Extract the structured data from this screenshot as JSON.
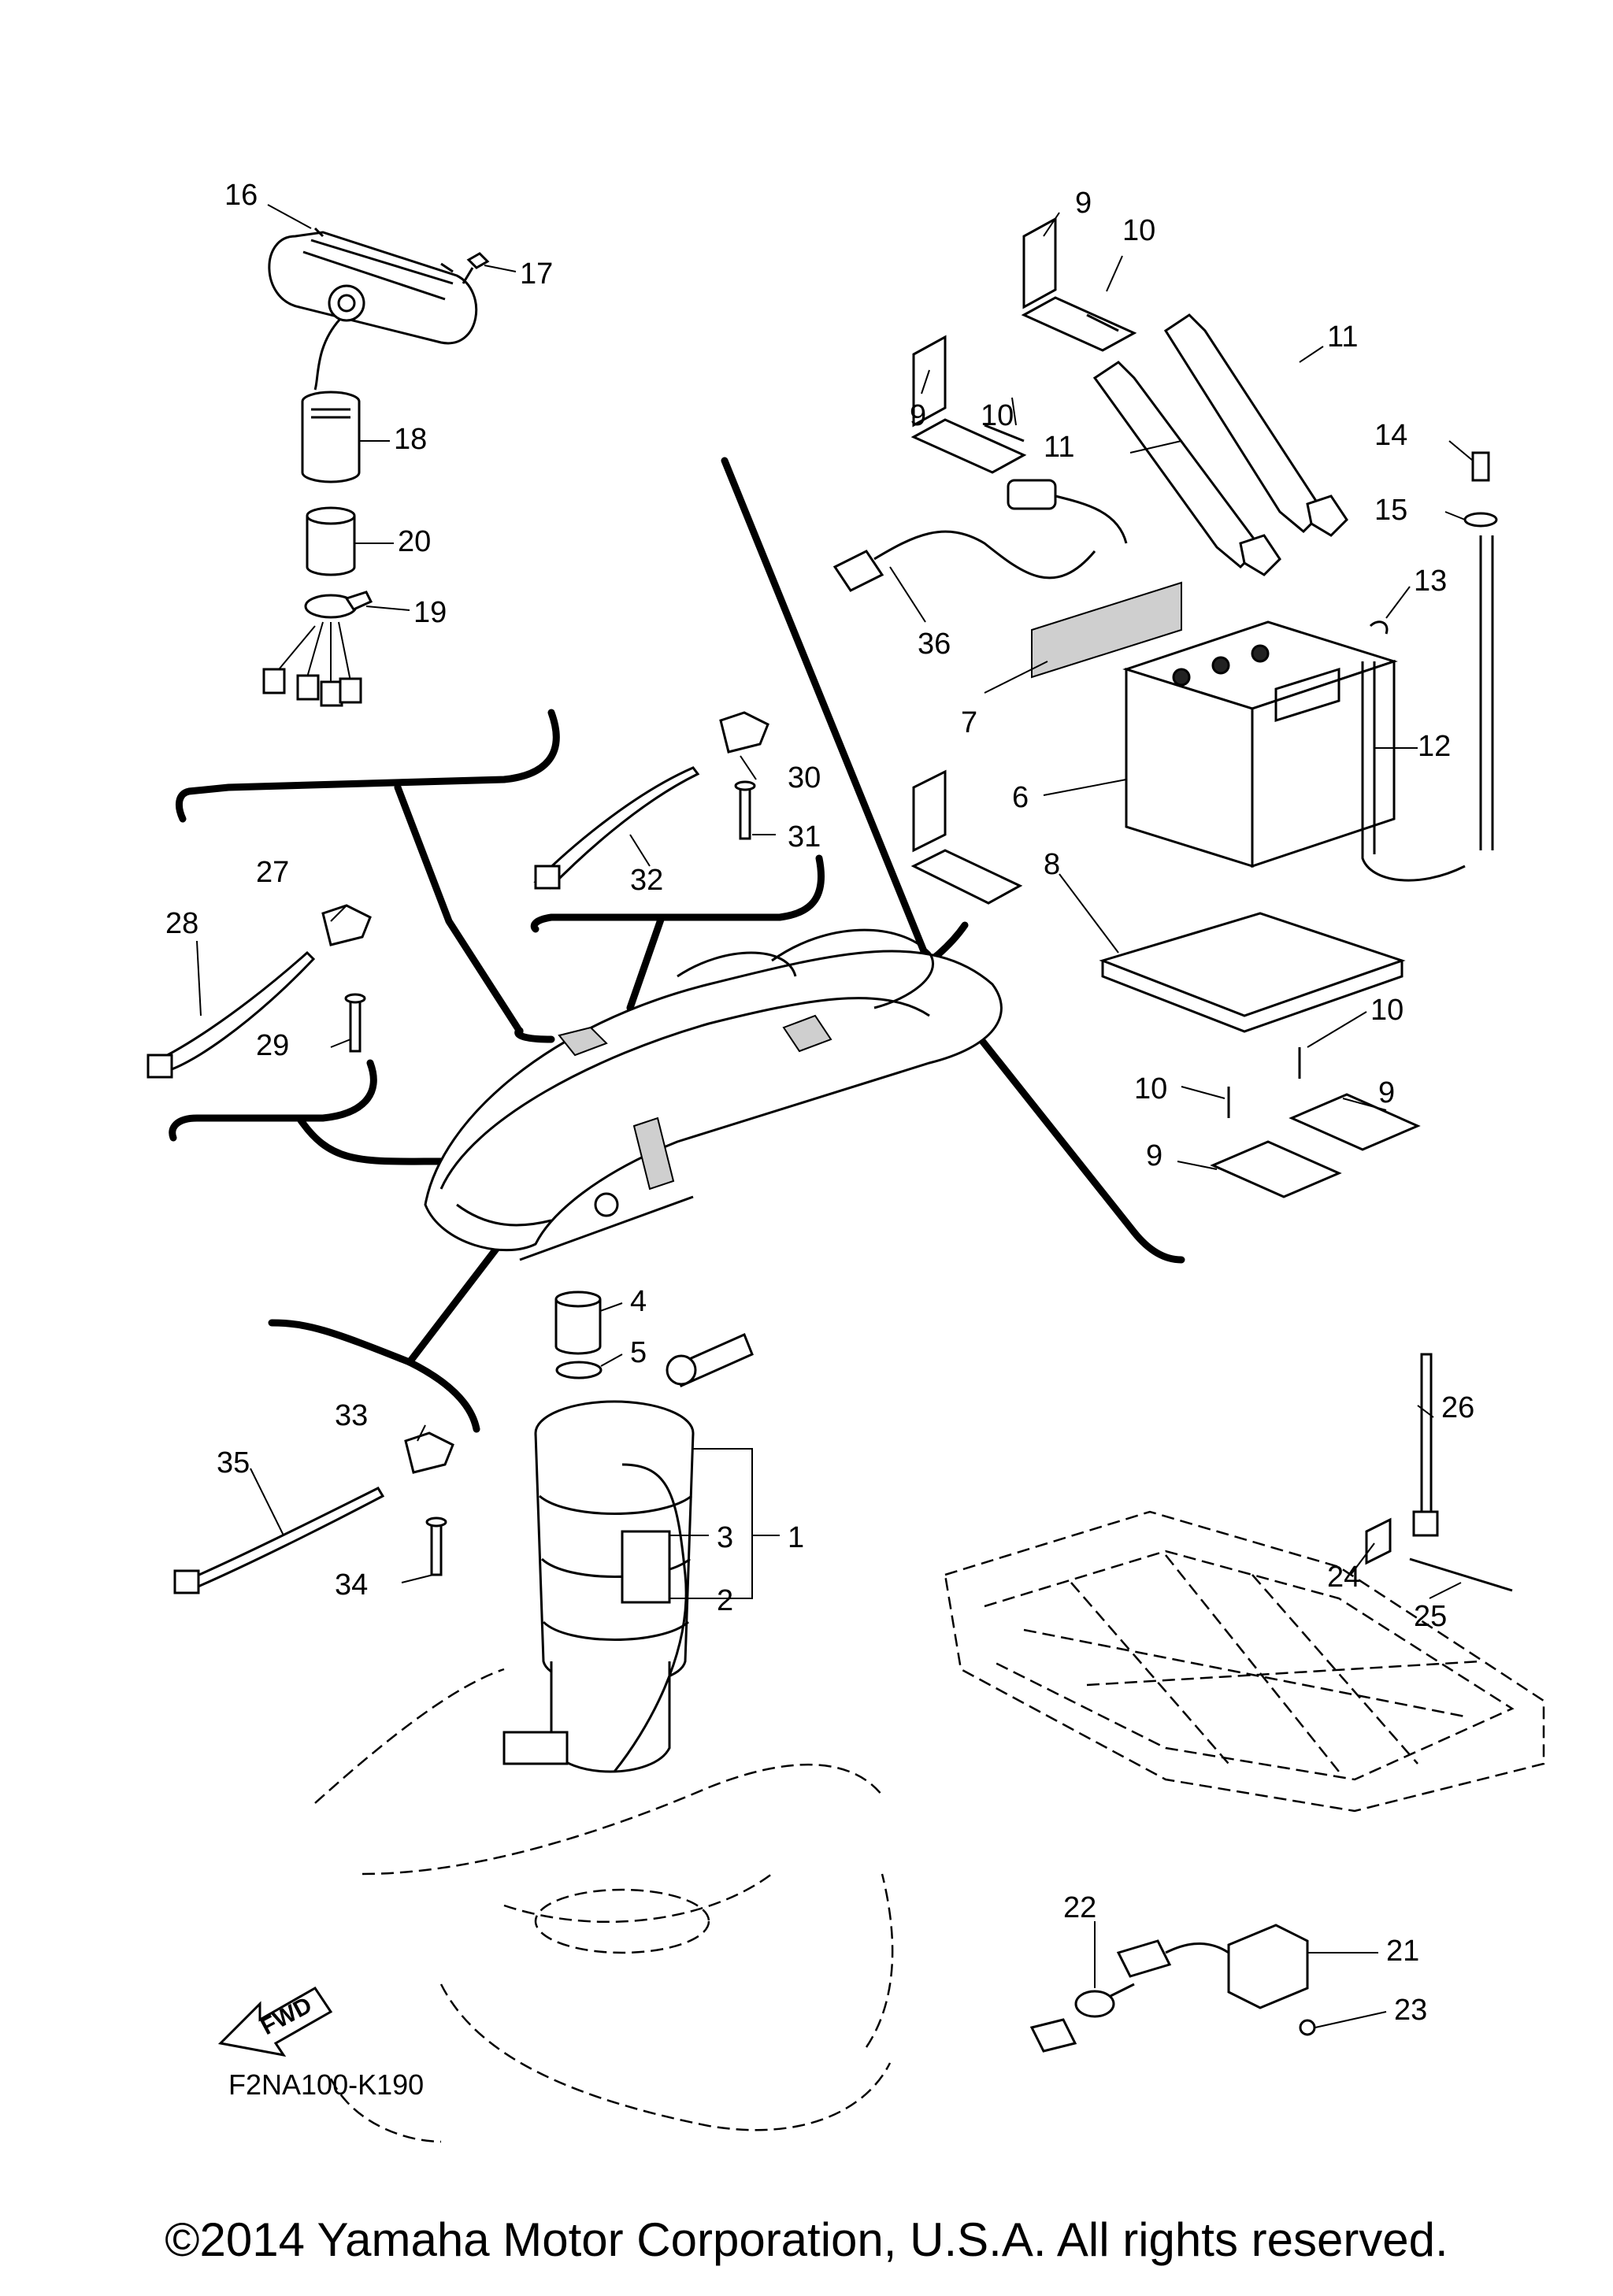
{
  "diagram": {
    "code": "F2NA100-K190",
    "fwd_label": "FWD",
    "copyright": "©2014 Yamaha Motor Corporation, U.S.A. All rights reserved."
  },
  "callouts": [
    {
      "id": "c16",
      "label": "16"
    },
    {
      "id": "c17",
      "label": "17"
    },
    {
      "id": "c18",
      "label": "18"
    },
    {
      "id": "c20",
      "label": "20"
    },
    {
      "id": "c19",
      "label": "19"
    },
    {
      "id": "c9a",
      "label": "9"
    },
    {
      "id": "c10a",
      "label": "10"
    },
    {
      "id": "c9b",
      "label": "9"
    },
    {
      "id": "c10b",
      "label": "10"
    },
    {
      "id": "c11a",
      "label": "11"
    },
    {
      "id": "c11b",
      "label": "11"
    },
    {
      "id": "c14",
      "label": "14"
    },
    {
      "id": "c15",
      "label": "15"
    },
    {
      "id": "c13",
      "label": "13"
    },
    {
      "id": "c36",
      "label": "36"
    },
    {
      "id": "c7",
      "label": "7"
    },
    {
      "id": "c12",
      "label": "12"
    },
    {
      "id": "c6",
      "label": "6"
    },
    {
      "id": "c8",
      "label": "8"
    },
    {
      "id": "c10c",
      "label": "10"
    },
    {
      "id": "c10d",
      "label": "10"
    },
    {
      "id": "c9c",
      "label": "9"
    },
    {
      "id": "c9d",
      "label": "9"
    },
    {
      "id": "c30",
      "label": "30"
    },
    {
      "id": "c31",
      "label": "31"
    },
    {
      "id": "c32",
      "label": "32"
    },
    {
      "id": "c27",
      "label": "27"
    },
    {
      "id": "c28",
      "label": "28"
    },
    {
      "id": "c29",
      "label": "29"
    },
    {
      "id": "c4",
      "label": "4"
    },
    {
      "id": "c5",
      "label": "5"
    },
    {
      "id": "c26",
      "label": "26"
    },
    {
      "id": "c33",
      "label": "33"
    },
    {
      "id": "c35",
      "label": "35"
    },
    {
      "id": "c3",
      "label": "3"
    },
    {
      "id": "c1",
      "label": "1"
    },
    {
      "id": "c2",
      "label": "2"
    },
    {
      "id": "c34",
      "label": "34"
    },
    {
      "id": "c24",
      "label": "24"
    },
    {
      "id": "c25",
      "label": "25"
    },
    {
      "id": "c22",
      "label": "22"
    },
    {
      "id": "c21",
      "label": "21"
    },
    {
      "id": "c23",
      "label": "23"
    }
  ]
}
